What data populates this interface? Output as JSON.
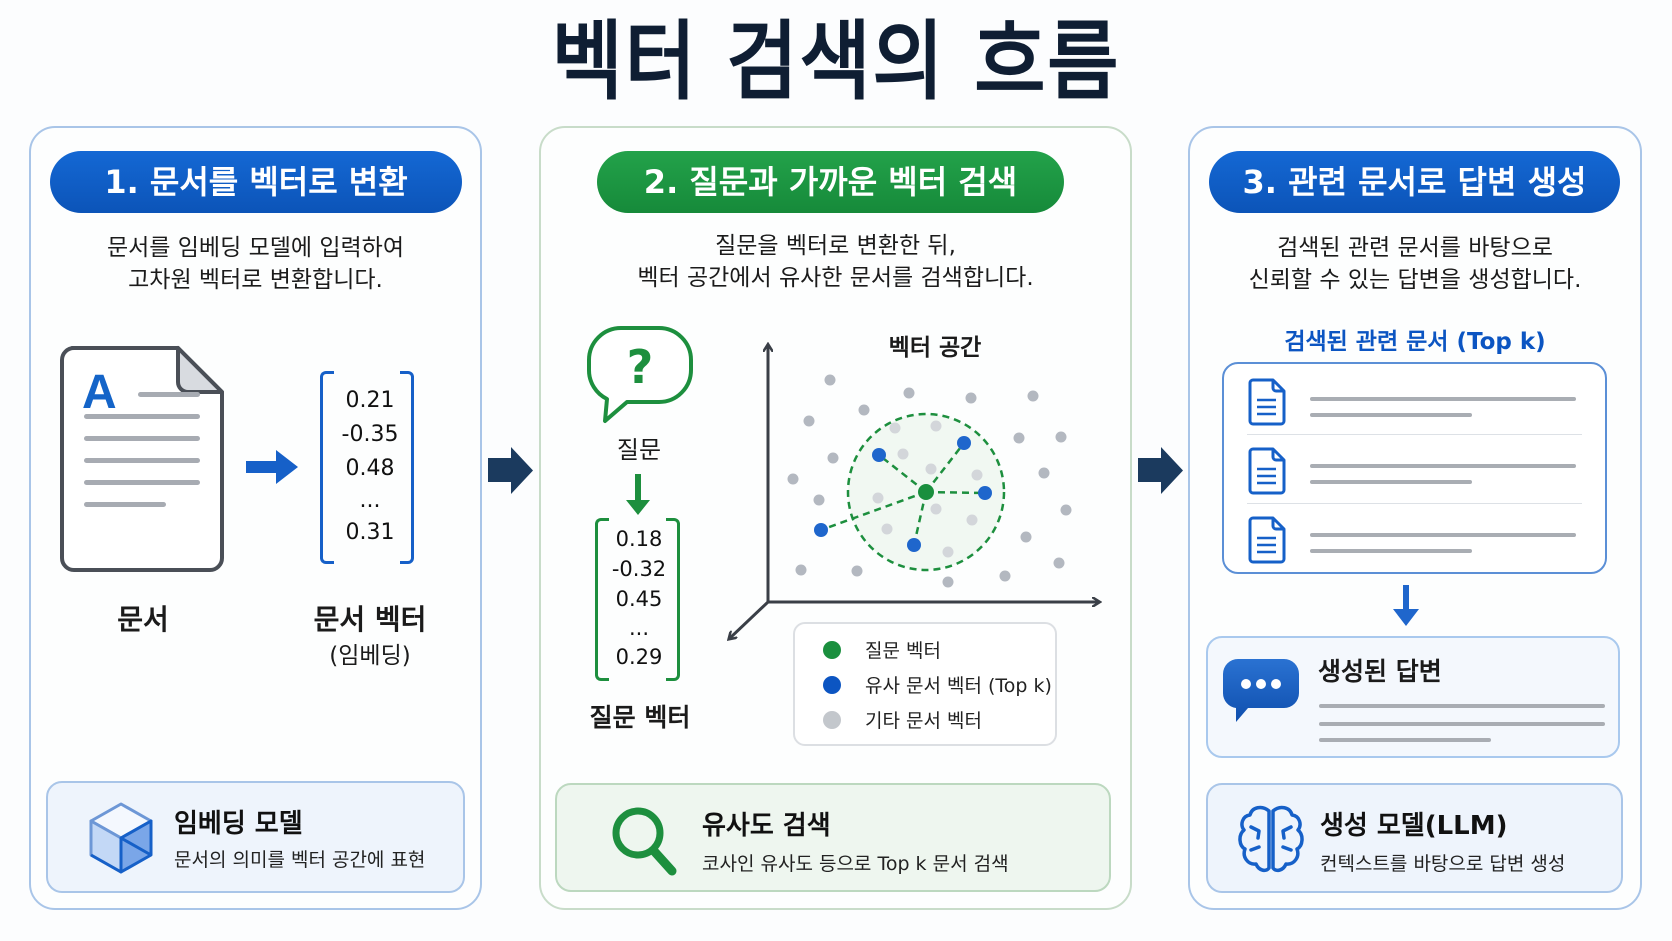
{
  "title": "벡터 검색의 흐름",
  "colors": {
    "blue": "#0c5bc4",
    "green": "#1a8f3e",
    "navy_arrow": "#1a3a5e",
    "gray_dot": "#b3b8c0",
    "light_dot": "#d3d6da"
  },
  "panels": [
    {
      "heading": "1. 문서를 벡터로 변환",
      "description": [
        "문서를 임베딩 모델에 입력하여",
        "고차원 벡터로 변환합니다."
      ],
      "document_label": "문서",
      "document_icon_letter": "A",
      "vector_label": "문서 벡터",
      "vector_sublabel": "(임베딩)",
      "vector_values": [
        "0.21",
        "-0.35",
        "0.48",
        "...",
        "0.31"
      ],
      "info": {
        "title": "임베딩 모델",
        "subtitle": "문서의 의미를 벡터 공간에 표현",
        "icon": "cube-icon"
      }
    },
    {
      "heading": "2. 질문과 가까운 벡터 검색",
      "description": [
        "질문을 벡터로 변환한 뒤,",
        "벡터 공간에서 유사한 문서를 검색합니다."
      ],
      "question_icon_glyph": "?",
      "question_label": "질문",
      "question_vector_label": "질문 벡터",
      "question_vector_values": [
        "0.18",
        "-0.32",
        "0.45",
        "...",
        "0.29"
      ],
      "vector_space_title": "벡터 공간",
      "legend": [
        {
          "label": "질문 벡터",
          "color": "#1a8f3e"
        },
        {
          "label": "유사 문서 벡터 (Top k)",
          "color": "#0c55c2"
        },
        {
          "label": "기타 문서 벡터",
          "color": "#c3c7cc"
        }
      ],
      "info": {
        "title": "유사도 검색",
        "subtitle": "코사인 유사도 등으로 Top k 문서 검색",
        "icon": "magnifier-icon"
      }
    },
    {
      "heading": "3. 관련 문서로 답변 생성",
      "description": [
        "검색된 관련 문서를 바탕으로",
        "신뢰할 수 있는 답변을 생성합니다."
      ],
      "retrieved_label": "검색된 관련 문서 (Top k)",
      "retrieved_docs_count": 3,
      "answer_title": "생성된 답변",
      "info": {
        "title": "생성 모델(LLM)",
        "subtitle": "컨텍스트를 바탕으로 답변 생성",
        "icon": "brain-icon"
      }
    }
  ],
  "vector_space": {
    "query_point": [
      926,
      492
    ],
    "radius": 78,
    "top_k_points": [
      [
        879,
        455
      ],
      [
        964,
        443
      ],
      [
        985,
        493
      ],
      [
        821,
        530
      ],
      [
        914,
        545
      ]
    ],
    "inner_other_points": [
      [
        895,
        428
      ],
      [
        936,
        426
      ],
      [
        903,
        454
      ],
      [
        931,
        469
      ],
      [
        977,
        475
      ],
      [
        878,
        498
      ],
      [
        936,
        509
      ],
      [
        972,
        520
      ],
      [
        887,
        529
      ],
      [
        948,
        552
      ]
    ],
    "outer_other_points": [
      [
        830,
        380
      ],
      [
        909,
        393
      ],
      [
        971,
        398
      ],
      [
        1033,
        396
      ],
      [
        809,
        421
      ],
      [
        864,
        410
      ],
      [
        833,
        458
      ],
      [
        793,
        479
      ],
      [
        819,
        500
      ],
      [
        1019,
        438
      ],
      [
        1061,
        437
      ],
      [
        1044,
        473
      ],
      [
        1066,
        510
      ],
      [
        1026,
        537
      ],
      [
        1059,
        563
      ],
      [
        801,
        570
      ],
      [
        857,
        571
      ],
      [
        948,
        582
      ],
      [
        1005,
        576
      ]
    ]
  }
}
